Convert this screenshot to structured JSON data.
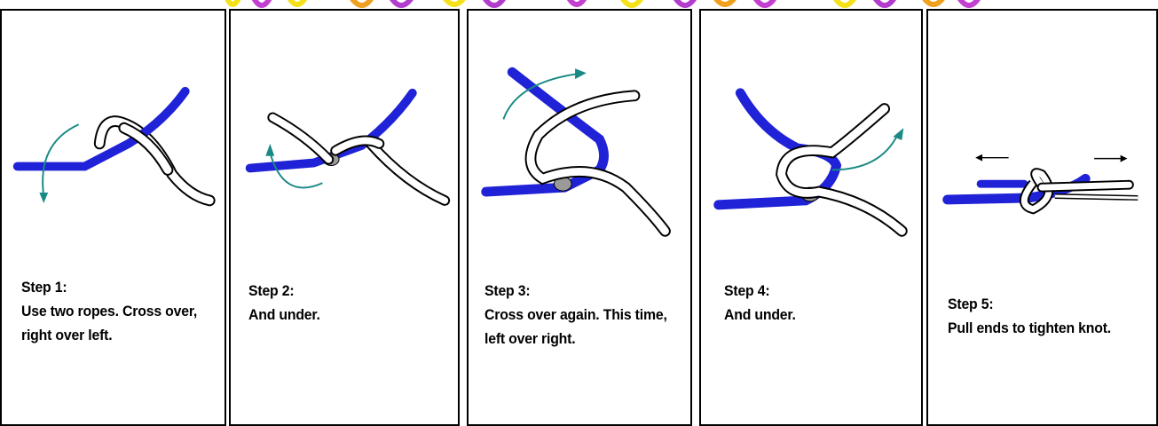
{
  "colors": {
    "rope_blue": "#1f22d6",
    "rope_white": "#ffffff",
    "outline": "#000000",
    "arrow_teal": "#1a8a86",
    "banner_yellow": "#f5e11a",
    "banner_purple": "#b23ccc",
    "banner_orange": "#f08c1a"
  },
  "steps": [
    {
      "label": "Step 1:",
      "text": "Use two ropes. Cross over, right over left."
    },
    {
      "label": "Step 2:",
      "text": "And under."
    },
    {
      "label": "Step 3:",
      "text": "Cross over again. This time, left over right."
    },
    {
      "label": "Step 4:",
      "text": "And under."
    },
    {
      "label": "Step 5:",
      "text": "Pull ends to tighten knot."
    }
  ]
}
